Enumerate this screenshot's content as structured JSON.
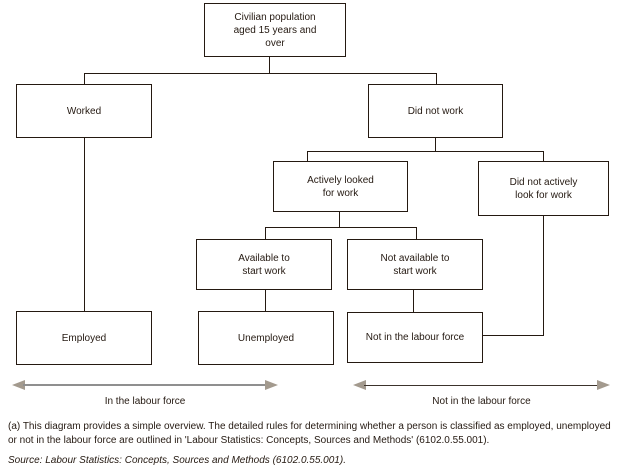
{
  "nodes": {
    "civilian": {
      "label": "Civilian population\naged 15 years and\nover"
    },
    "worked": {
      "label": "Worked"
    },
    "did_not_work": {
      "label": "Did not work"
    },
    "actively_looked": {
      "label": "Actively looked\nfor work"
    },
    "did_not_actively": {
      "label": "Did not actively\nlook for work"
    },
    "available": {
      "label": "Available to\nstart work"
    },
    "not_available": {
      "label": "Not available to\nstart work"
    },
    "employed": {
      "label": "Employed"
    },
    "unemployed": {
      "label": "Unemployed"
    },
    "not_in_labour_force": {
      "label": "Not in the labour force"
    }
  },
  "arrows": {
    "left_label": "In the labour force",
    "right_label": "Not in the labour force"
  },
  "footnote": "(a) This diagram provides a simple overview. The detailed rules for determining whether a person is classified as employed, unemployed or not in the labour force are outlined in 'Labour Statistics: Concepts, Sources and Methods' (6102.0.55.001).",
  "source": "Source: Labour Statistics: Concepts, Sources and Methods (6102.0.55.001).",
  "colors": {
    "line": "#241911",
    "text": "#241911",
    "background": "#ffffff",
    "arrow_head": "#a39a8e",
    "arrow_shaft_left": "#8f8f8f",
    "arrow_shaft_right": "#3c332c"
  }
}
